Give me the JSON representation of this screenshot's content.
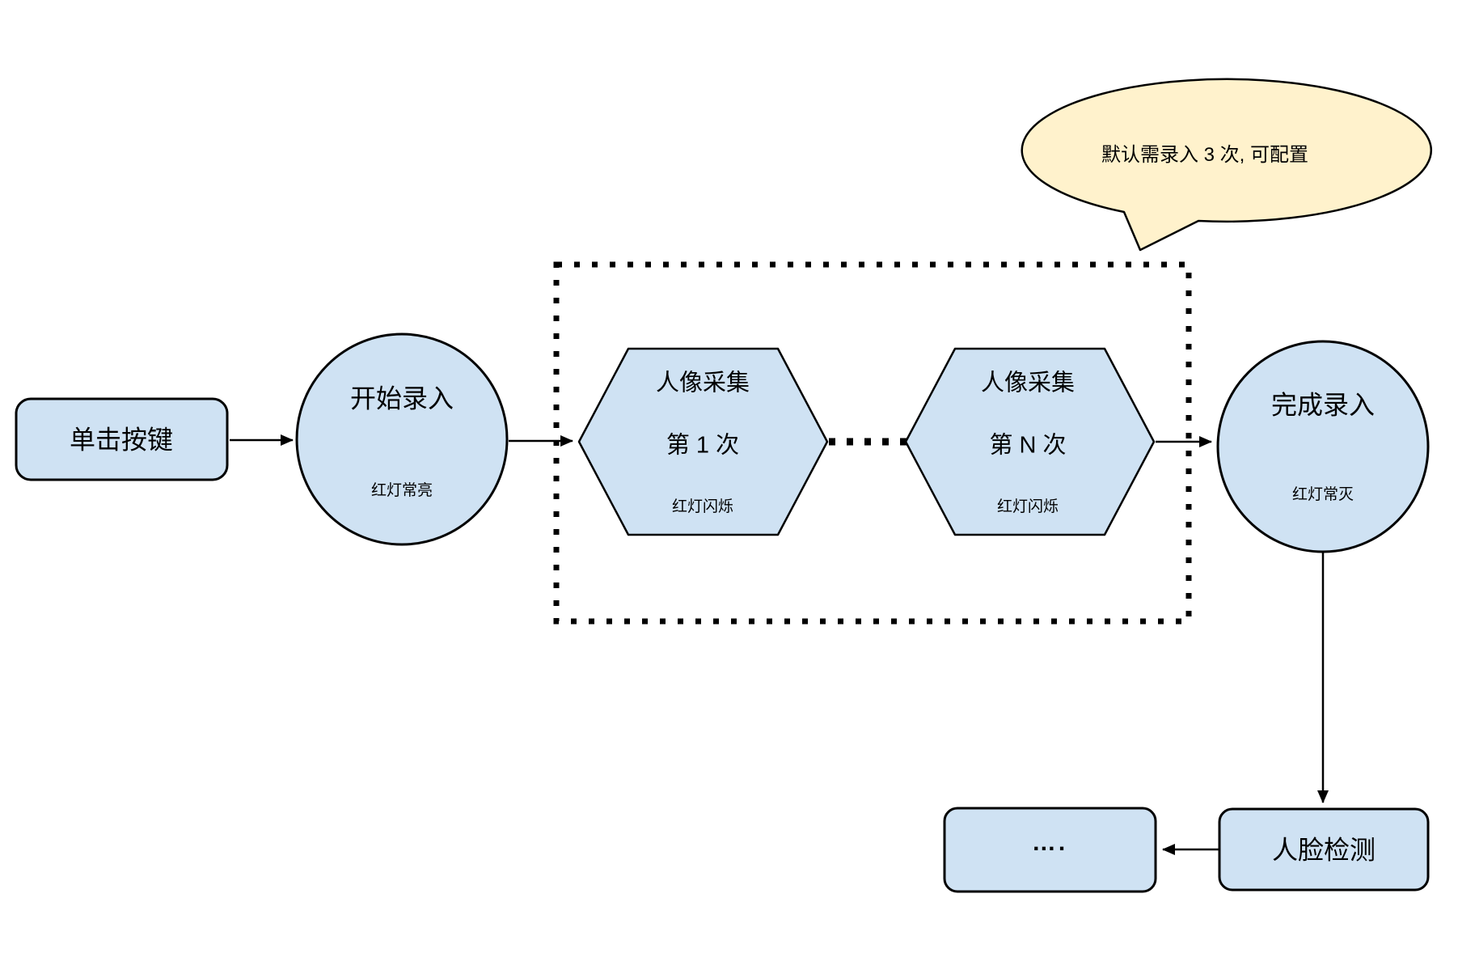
{
  "colors": {
    "node_fill": "#cfe2f3",
    "callout_fill": "#fff2cc",
    "stroke": "#000000",
    "background": "#ffffff"
  },
  "nodes": {
    "start_button": {
      "label": "单击按键"
    },
    "start_record": {
      "label": "开始录入",
      "sublabel": "红灯常亮"
    },
    "capture_first": {
      "line1": "人像采集",
      "line2": "第 1 次",
      "sublabel": "红灯闪烁"
    },
    "capture_nth": {
      "line1": "人像采集",
      "line2": "第 N 次",
      "sublabel": "红灯闪烁"
    },
    "finish_record": {
      "label": "完成录入",
      "sublabel": "红灯常灭"
    },
    "face_detect": {
      "label": "人脸检测"
    },
    "more_steps": {
      "label": "…."
    }
  },
  "callout": {
    "text": "默认需录入 3 次, 可配置"
  }
}
